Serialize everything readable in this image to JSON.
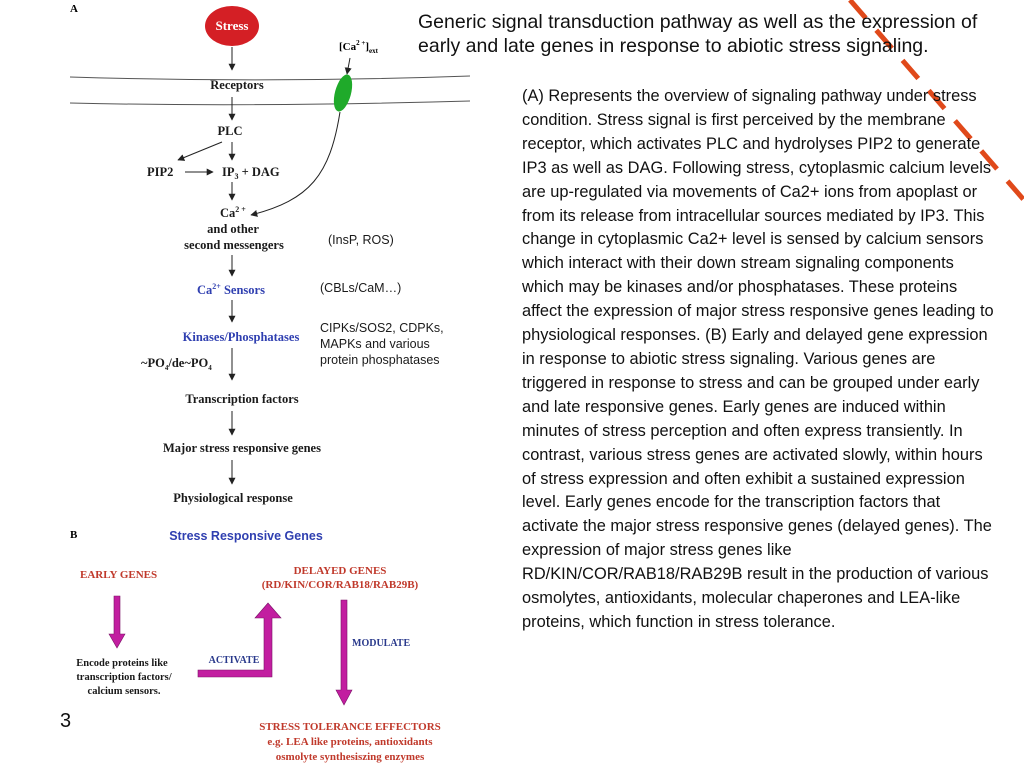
{
  "slide": {
    "title": "Generic signal transduction pathway as well as the expression of early and late genes in response to abiotic stress signaling.",
    "description": "(A) Represents the overview of signaling pathway under stress condition. Stress signal is first perceived by the membrane receptor, which activates PLC and hydrolyses PIP2 to generate IP3 as well as DAG. Following stress, cytoplasmic calcium levels are up-regulated via movements of Ca2+ ions from apoplast or from its release from intracellular sources mediated by IP3. This change in cytoplasmic Ca2+ level is sensed by calcium sensors which interact with their down stream signaling components which may be kinases and/or phosphatases. These proteins affect the expression of major stress responsive genes leading to physiological responses. (B) Early and delayed gene expression in response to abiotic stress signaling. Various genes are triggered in response to stress and can be grouped under early and late responsive genes. Early genes are induced within minutes of stress perception and often express transiently. In contrast, various stress genes are activated slowly, within hours of stress expression and often exhibit a sustained expression level. Early genes encode for the transcription factors that activate the major stress responsive genes (delayed genes). The expression of major stress genes like RD/KIN/COR/RAB18/RAB29B result in the production of various osmolytes, antioxidants, molecular chaperones and LEA-like proteins, which function in stress tolerance.",
    "page_number": "3"
  },
  "panel_a": {
    "label": "A",
    "stress": "Stress",
    "ca_ext": "[Ca",
    "ca_ext_sup": "2 +",
    "ca_ext_close": "]",
    "ca_ext_sub": "ext",
    "receptors": "Receptors",
    "plc": "PLC",
    "pip2": "PIP2",
    "ip3": "IP",
    "ip3_sub": "3",
    "dag": " + DAG",
    "ca2": "Ca",
    "ca2_sup": "2 +",
    "other_line1": "and other",
    "other_line2": "second messengers",
    "insp_ros": "(InsP, ROS)",
    "ca_sensors": "Ca",
    "ca_sensors_sup": "2+",
    "ca_sensors_rest": " Sensors",
    "cbls": "(CBLs/CaM…)",
    "kinases": "Kinases/Phosphatases",
    "cipks_line1": "CIPKs/SOS2, CDPKs,",
    "cipks_line2": "MAPKs and various",
    "cipks_line3": "protein phosphatases",
    "po4_a": "~PO",
    "po4_sub1": "4",
    "po4_b": "/de~PO",
    "po4_sub2": "4",
    "tf": "Transcription factors",
    "major": "Major stress responsive genes",
    "physio": "Physiological response"
  },
  "panel_b": {
    "label": "B",
    "title": "Stress Responsive Genes",
    "early": "EARLY  GENES",
    "delayed_line1": "DELAYED GENES",
    "delayed_line2": "(RD/KIN/COR/RAB18/RAB29B)",
    "encode_line1": "Encode proteins like",
    "encode_line2": "transcription factors/",
    "encode_line3": "calcium sensors.",
    "activate": "ACTIVATE",
    "modulate": "MODULATE",
    "effectors_line1": "STRESS TOLERANCE EFFECTORS",
    "effectors_line2": "e.g.  LEA like proteins, antioxidants",
    "effectors_line3": "osmolyte synthesiszing enzymes"
  },
  "colors": {
    "stress_fill": "#d41f25",
    "channel": "#1faa2a",
    "arrow_magenta": "#c21ea0",
    "blue_text": "#2f3fb0",
    "red_text": "#c0392b",
    "navy_text": "#2a3a8c",
    "dash_orange": "#e0491a"
  }
}
